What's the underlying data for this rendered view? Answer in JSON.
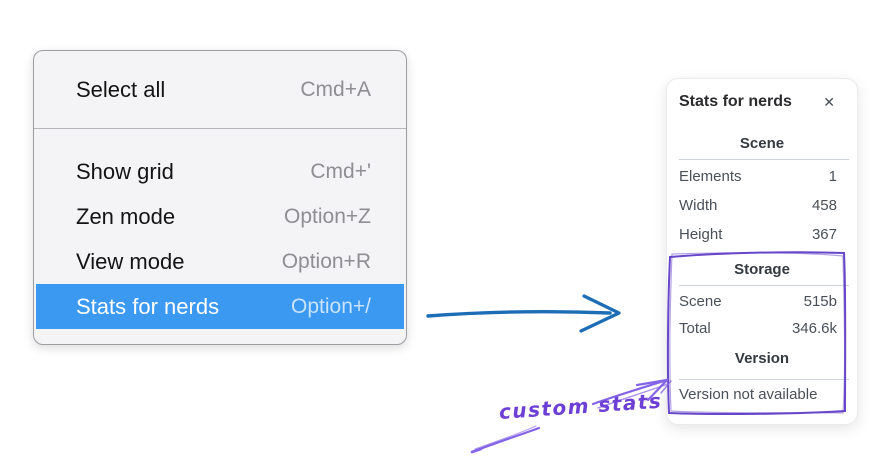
{
  "menu": {
    "sections": [
      {
        "items": [
          {
            "label": "Select all",
            "shortcut": "Cmd+A",
            "selected": false
          }
        ]
      },
      {
        "items": [
          {
            "label": "Show grid",
            "shortcut": "Cmd+'",
            "selected": false
          },
          {
            "label": "Zen mode",
            "shortcut": "Option+Z",
            "selected": false
          },
          {
            "label": "View mode",
            "shortcut": "Option+R",
            "selected": false
          },
          {
            "label": "Stats for nerds",
            "shortcut": "Option+/",
            "selected": true
          }
        ]
      }
    ]
  },
  "stats_panel": {
    "title": "Stats for nerds",
    "close_icon": "✕",
    "sections": [
      {
        "heading": "Scene",
        "rows": [
          {
            "label": "Elements",
            "value": "1"
          },
          {
            "label": "Width",
            "value": "458"
          },
          {
            "label": "Height",
            "value": "367"
          }
        ]
      },
      {
        "heading": "Storage",
        "rows": [
          {
            "label": "Scene",
            "value": "515b"
          },
          {
            "label": "Total",
            "value": "346.6k"
          }
        ]
      },
      {
        "heading": "Version",
        "rows": [],
        "note": "Version not available"
      }
    ]
  },
  "annotation": {
    "label": "custom stats"
  },
  "colors": {
    "menu_highlight": "#3b99f2",
    "flow_arrow_blue": "#1d6db6",
    "annotation_purple": "#6d3fd4",
    "sketch_purple": "#6747c9",
    "sketch_purple_light": "#8363e6"
  }
}
